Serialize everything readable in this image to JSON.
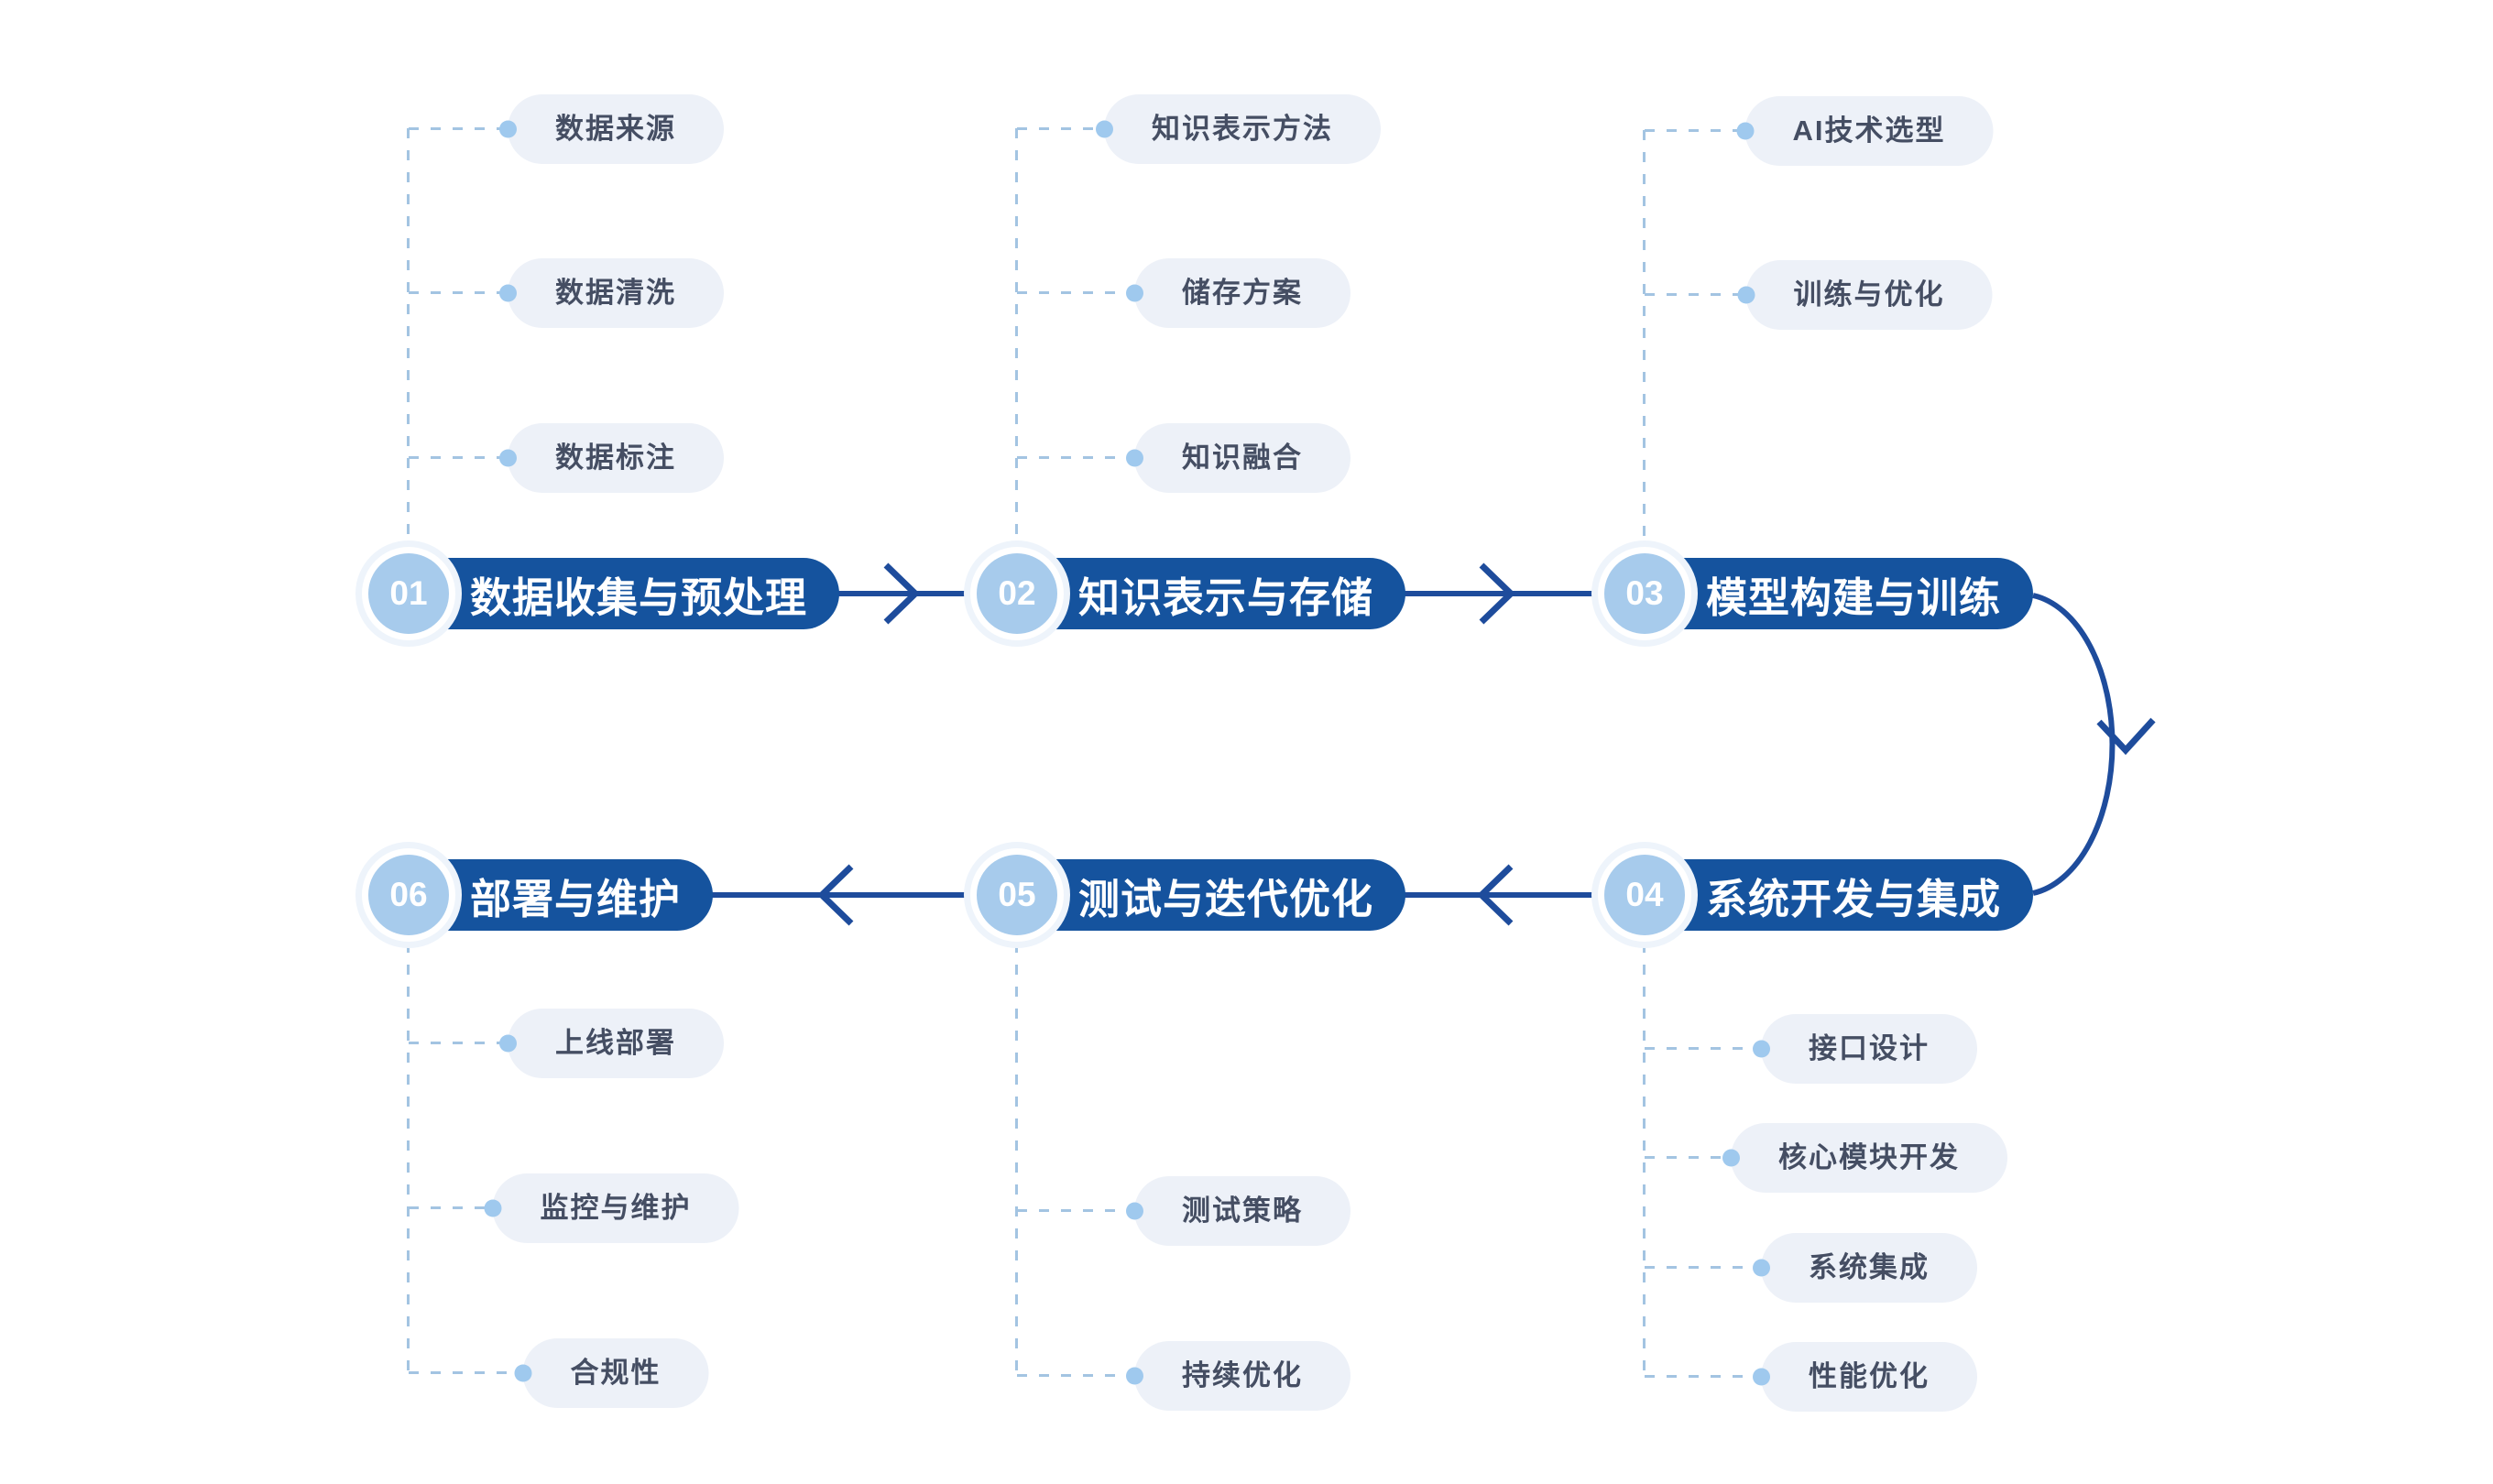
{
  "palette": {
    "primary": "#15539e",
    "arrow": "#1e4c9c",
    "badge_bg": "#a7cbec",
    "badge_ring": "#ffffff",
    "badge_halo": "#eef4fb",
    "sub_bg": "#edf1f8",
    "sub_text": "#454e63",
    "dash": "#a3c4e2",
    "dot": "#9fc9ee",
    "background": "#ffffff"
  },
  "stages": [
    {
      "number": "01",
      "title": "数据收集与预处理",
      "children": [
        "数据来源",
        "数据清洗",
        "数据标注"
      ]
    },
    {
      "number": "02",
      "title": "知识表示与存储",
      "children": [
        "知识表示方法",
        "储存方案",
        "知识融合"
      ]
    },
    {
      "number": "03",
      "title": "模型构建与训练",
      "children": [
        "AI技术选型",
        "训练与优化"
      ]
    },
    {
      "number": "04",
      "title": "系统开发与集成",
      "children": [
        "接口设计",
        "核心模块开发",
        "系统集成",
        "性能优化"
      ]
    },
    {
      "number": "05",
      "title": "测试与迭代优化",
      "children": [
        "测试策略",
        "持续优化"
      ]
    },
    {
      "number": "06",
      "title": "部署与维护",
      "children": [
        "上线部署",
        "监控与维护",
        "合规性"
      ]
    }
  ]
}
